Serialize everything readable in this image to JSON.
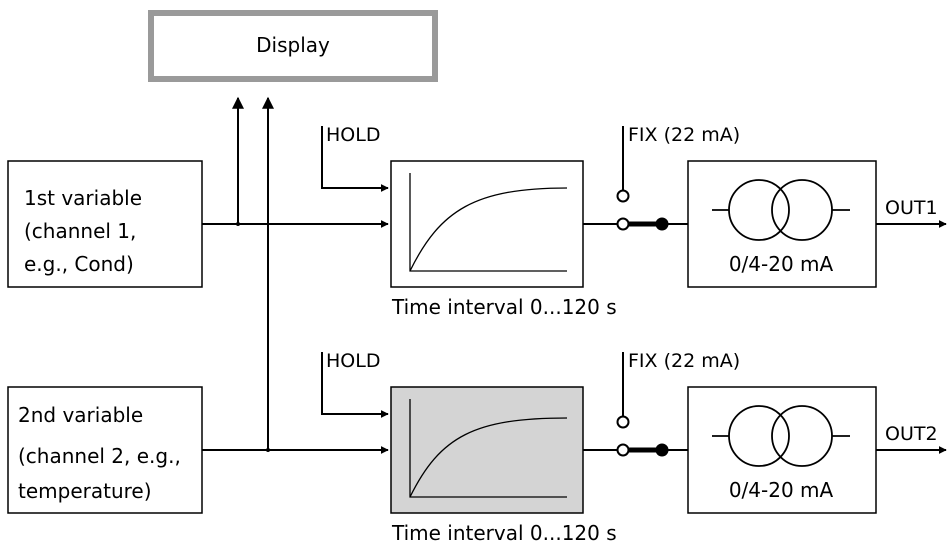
{
  "display": {
    "label": "Display"
  },
  "channels": [
    {
      "input_lines": [
        "1st variable",
        "(channel 1,",
        "e.g., Cond)"
      ],
      "hold_label": "HOLD",
      "fix_label": "FIX (22 mA)",
      "filter_label": "Time interval 0...120 s",
      "converter_label": "0/4-20 mA",
      "output_label": "OUT1"
    },
    {
      "input_lines": [
        "2nd variable",
        "(channel 2, e.g.,",
        "temperature)"
      ],
      "hold_label": "HOLD",
      "fix_label": "FIX (22 mA)",
      "filter_label": "Time interval 0...120 s",
      "converter_label": "0/4-20 mA",
      "output_label": "OUT2"
    }
  ],
  "colors": {
    "line": "#000000",
    "display_border": "#9a9a9a",
    "filter2_fill": "#d4d4d4"
  }
}
